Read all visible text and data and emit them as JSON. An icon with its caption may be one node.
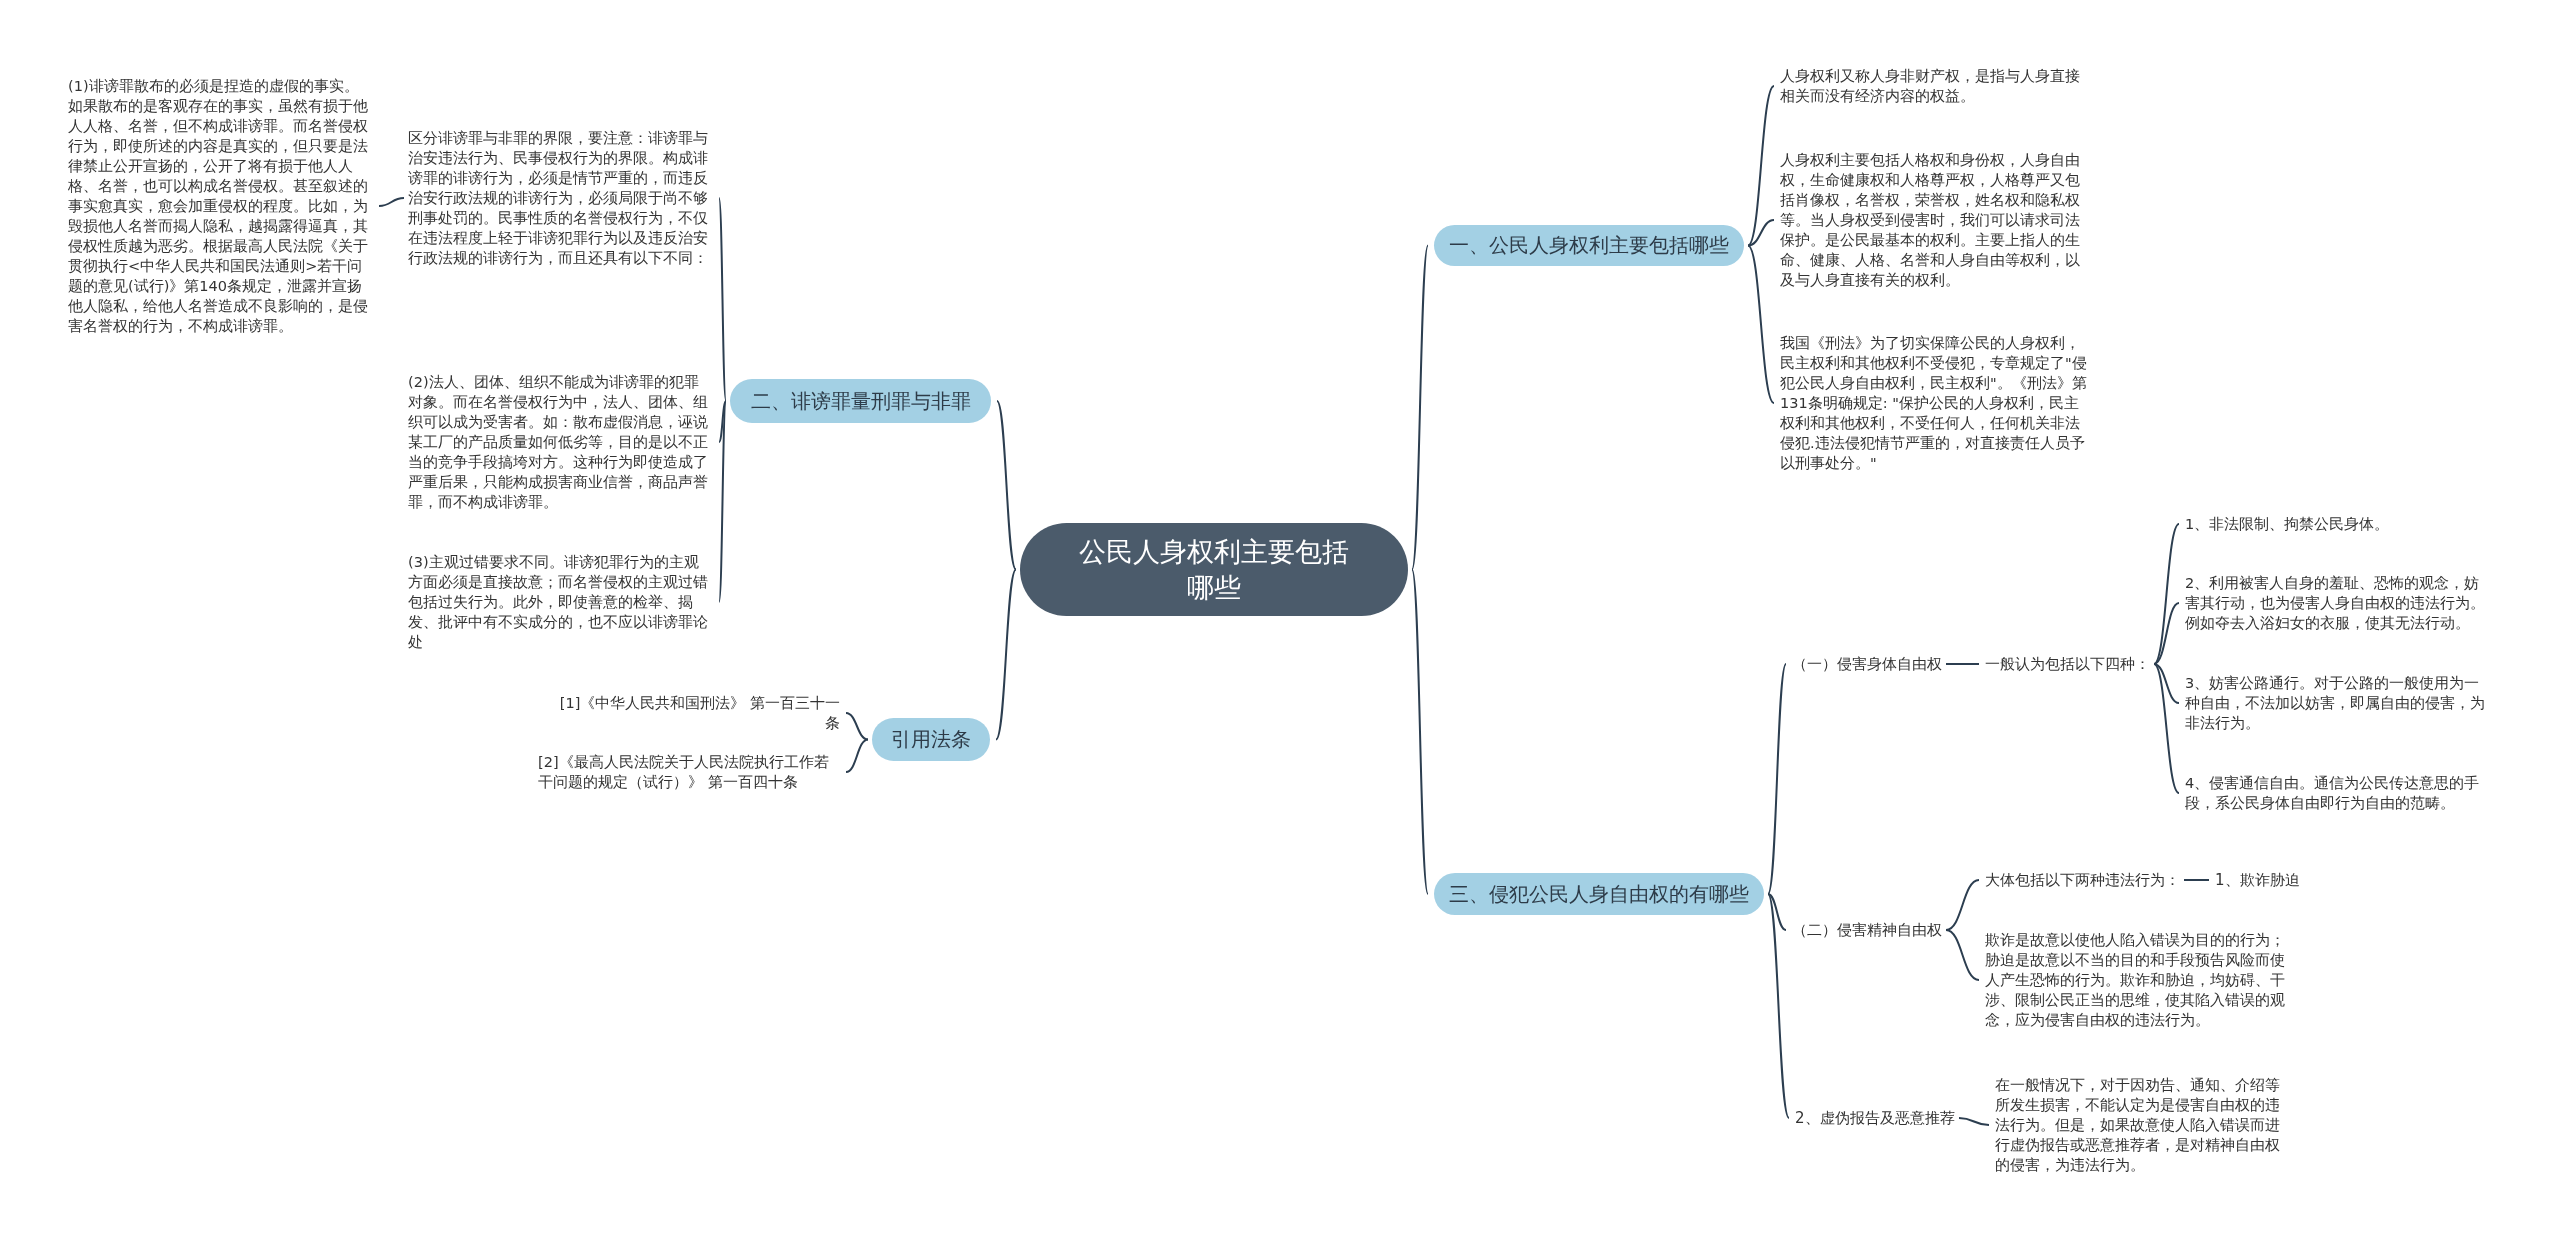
{
  "diagram": {
    "nodes": [
      {
        "text": [
          "公民人身权利主要包括哪些"
        ]
      },
      {
        "text": [
          "一、公民人身权利主要包括哪些"
        ]
      },
      {
        "text": [
          "人身权利又称人身非财产权，是指与人身直接相关而没有经济内容的权益。"
        ]
      },
      {
        "text": [
          "人身权利主要包括人格权和身份权，人身自由权，生命健康权和人格尊严权，人格尊严又包括肖像权，名誉权，荣誉权，姓名权和隐私权等。当人身权受到侵害时，我们可以请求司法保护。是公民最基本的权利。主要上指人的生命、健康、人格、名誉和人身自由等权利，以及与人身直接有关的权利。"
        ]
      },
      {
        "text": [
          "我国《刑法》为了切实保障公民的人身权利，民主权利和其他权利不受侵犯，专章规定了\"侵犯公民人身自由权利，民主权利\"。《刑法》第131条明确规定: \"保护公民的人身权利，民主权利和其他权利，不受任何人，任何机关非法侵犯.违法侵犯情节严重的，对直接责任人员予以刑事处分。\""
        ]
      },
      {
        "text": [
          "二、诽谤罪量刑罪与非罪"
        ]
      },
      {
        "text": [
          "区分诽谤罪与非罪的界限，要注意：诽谤罪与治安违法行为、民事侵权行为的界限。构成诽谤罪的诽谤行为，必须是情节严重的，而违反治安行政法规的诽谤行为，必须局限于尚不够刑事处罚的。民事性质的名誉侵权行为，不仅在违法程度上轻于诽谤犯罪行为以及违反治安行政法规的诽谤行为，而且还具有以下不同："
        ]
      },
      {
        "text": [
          "(1)诽谤罪散布的必须是捏造的虚假的事实。如果散布的是客观存在的事实，虽然有损于他人人格、名誉，但不构成诽谤罪。而名誉侵权行为，即使所述的内容是真实的，但只要是法律禁止公开宣扬的，公开了将有损于他人人格、名誉，也可以构成名誉侵权。甚至叙述的事实愈真实，愈会加重侵权的程度。比如，为毁损他人名誉而揭人隐私，越揭露得逼真，其侵权性质越为恶劣。根据最高人民法院《关于贯彻执行<中华人民共和国民法通则>若干问题的意见(试行)》第140条规定，泄露并宣扬他人隐私，给他人名誉造成不良影响的，是侵害名誉权的行为，不构成诽谤罪。"
        ]
      },
      {
        "text": [
          "(2)法人、团体、组织不能成为诽谤罪的犯罪对象。而在名誉侵权行为中，法人、团体、组织可以成为受害者。如：散布虚假消息，诬说某工厂的产品质量如何低劣等，目的是以不正当的竞争手段搞垮对方。这种行为即使造成了严重后果，只能构成损害商业信誉，商品声誉罪，而不构成诽谤罪。"
        ]
      },
      {
        "text": [
          "(3)主观过错要求不同。诽谤犯罪行为的主观方面必须是直接故意；而名誉侵权的主观过错包括过失行为。此外，即使善意的检举、揭发、批评中有不实成分的，也不应以诽谤罪论处"
        ]
      },
      {
        "text": [
          "引用法条"
        ]
      },
      {
        "text": [
          "[1]《中华人民共和国刑法》 第一百三十一条"
        ]
      },
      {
        "text": [
          "[2]《最高人民法院关于人民法院执行工作若干问题的规定（试行）》 第一百四十条"
        ]
      },
      {
        "text": [
          "三、侵犯公民人身自由权的有哪些"
        ]
      },
      {
        "text": [
          "（一）侵害身体自由权"
        ]
      },
      {
        "text": [
          "一般认为包括以下四种："
        ]
      },
      {
        "text": [
          "1、非法限制、拘禁公民身体。"
        ]
      },
      {
        "text": [
          "2、利用被害人自身的羞耻、恐怖的观念，妨害其行动，也为侵害人身自由权的违法行为。例如夺去入浴妇女的衣服，使其无法行动。"
        ]
      },
      {
        "text": [
          "3、妨害公路通行。对于公路的一般使用为一种自由，不法加以妨害，即属自由的侵害，为非法行为。"
        ]
      },
      {
        "text": [
          "4、侵害通信自由。通信为公民传达意思的手段，系公民身体自由即行为自由的范畴。"
        ]
      },
      {
        "text": [
          "（二）侵害精神自由权"
        ]
      },
      {
        "text": [
          "大体包括以下两种违法行为："
        ]
      },
      {
        "text": [
          "1、欺诈胁迫"
        ]
      },
      {
        "text": [
          "欺诈是故意以使他人陷入错误为目的的行为；胁迫是故意以不当的目的和手段预告风险而使人产生恐怖的行为。欺诈和胁迫，均妨碍、干涉、限制公民正当的思维，使其陷入错误的观念，应为侵害自由权的违法行为。"
        ]
      },
      {
        "text": [
          "2、虚伪报告及恶意推荐"
        ]
      },
      {
        "text": [
          "在一般情况下，对于因劝告、通知、介绍等所发生损害，不能认定为是侵害自由权的违法行为。但是，如果故意使人陷入错误而进行虚伪报告或恶意推荐者，是对精神自由权的侵害，为违法行为。"
        ]
      }
    ],
    "edges": [
      {
        "from": 0,
        "to": 1,
        "arrow": "none"
      },
      {
        "from": 1,
        "to": 2,
        "arrow": "none"
      },
      {
        "from": 1,
        "to": 3,
        "arrow": "none"
      },
      {
        "from": 1,
        "to": 4,
        "arrow": "none"
      },
      {
        "from": 0,
        "to": 5,
        "arrow": "none"
      },
      {
        "from": 5,
        "to": 6,
        "arrow": "none"
      },
      {
        "from": 6,
        "to": 7,
        "arrow": "none"
      },
      {
        "from": 5,
        "to": 8,
        "arrow": "none"
      },
      {
        "from": 5,
        "to": 9,
        "arrow": "none"
      },
      {
        "from": 0,
        "to": 10,
        "arrow": "none"
      },
      {
        "from": 10,
        "to": 11,
        "arrow": "none"
      },
      {
        "from": 10,
        "to": 12,
        "arrow": "none"
      },
      {
        "from": 0,
        "to": 13,
        "arrow": "none"
      },
      {
        "from": 13,
        "to": 14,
        "arrow": "none"
      },
      {
        "from": 14,
        "to": 15,
        "arrow": "none"
      },
      {
        "from": 15,
        "to": 16,
        "arrow": "none"
      },
      {
        "from": 15,
        "to": 17,
        "arrow": "none"
      },
      {
        "from": 15,
        "to": 18,
        "arrow": "none"
      },
      {
        "from": 15,
        "to": 19,
        "arrow": "none"
      },
      {
        "from": 13,
        "to": 20,
        "arrow": "none"
      },
      {
        "from": 20,
        "to": 21,
        "arrow": "none"
      },
      {
        "from": 21,
        "to": 22,
        "arrow": "none"
      },
      {
        "from": 20,
        "to": 23,
        "arrow": "none"
      },
      {
        "from": 13,
        "to": 24,
        "arrow": "none"
      },
      {
        "from": 24,
        "to": 25,
        "arrow": "none"
      }
    ]
  }
}
